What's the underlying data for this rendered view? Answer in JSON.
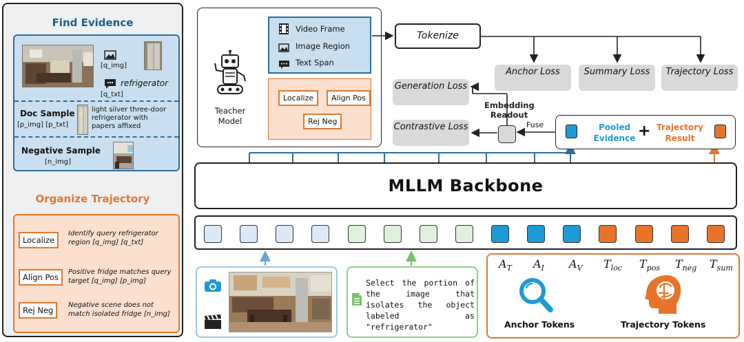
{
  "left_panel": {
    "find_title": "Find Evidence",
    "q_img": "[q_img]",
    "query_text": "refrigerator",
    "q_txt": "[q_txt]",
    "doc_sample_label": "Doc Sample",
    "doc_tokens": "[p_img] [p_txt]",
    "doc_description": "light silver three-door refrigerator with papers affixed",
    "negative_label": "Negative Sample",
    "n_img": "[n_img]",
    "organize_title": "Organize Trajectory",
    "steps": [
      {
        "label": "Localize",
        "desc": "Identify query refrigerator region [q_img] [q_txt]"
      },
      {
        "label": "Align Pos",
        "desc": "Positive fridge matches query target [q_img] [p_img]"
      },
      {
        "label": "Rej Neg",
        "desc": "Negative scene does not match isolated fridge [n_img]"
      }
    ]
  },
  "teacher": {
    "label": "Teacher Model",
    "modalities": [
      "Video Frame",
      "Image Region",
      "Text Span"
    ],
    "steps": [
      "Localize",
      "Align Pos",
      "Rej Neg"
    ]
  },
  "tokenize": "Tokenize",
  "losses": {
    "anchor": "Anchor Loss",
    "summary": "Summary Loss",
    "trajectory": "Trajectory Loss",
    "generation": "Generation Loss",
    "contrastive": "Contrastive Loss"
  },
  "embedding_readout": "Embedding Readout",
  "fuse": "Fuse",
  "evidence": {
    "pooled": "Pooled Evidence",
    "plus": "+",
    "trajectory": "Trajectory Result"
  },
  "backbone": "MLLM Backbone",
  "prompt_text": "Select the portion of the image that isolates the object labeled as \"refrigerator\"",
  "anchor_symbols": {
    "A_T": [
      "A",
      "T"
    ],
    "A_I": [
      "A",
      "I"
    ],
    "A_V": [
      "A",
      "V"
    ],
    "T_loc": [
      "T",
      "loc"
    ],
    "T_pos": [
      "T",
      "pos"
    ],
    "T_neg": [
      "T",
      "neg"
    ],
    "T_sum": [
      "T",
      "sum"
    ]
  },
  "anchor_tokens_label": "Anchor Tokens",
  "trajectory_tokens_label": "Trajectory Tokens",
  "colors": {
    "blue_accent": "#1e9ad6",
    "orange_accent": "#e8742a",
    "light_blue_token": "#dbe9f7",
    "light_green_token": "#dff0dc"
  }
}
